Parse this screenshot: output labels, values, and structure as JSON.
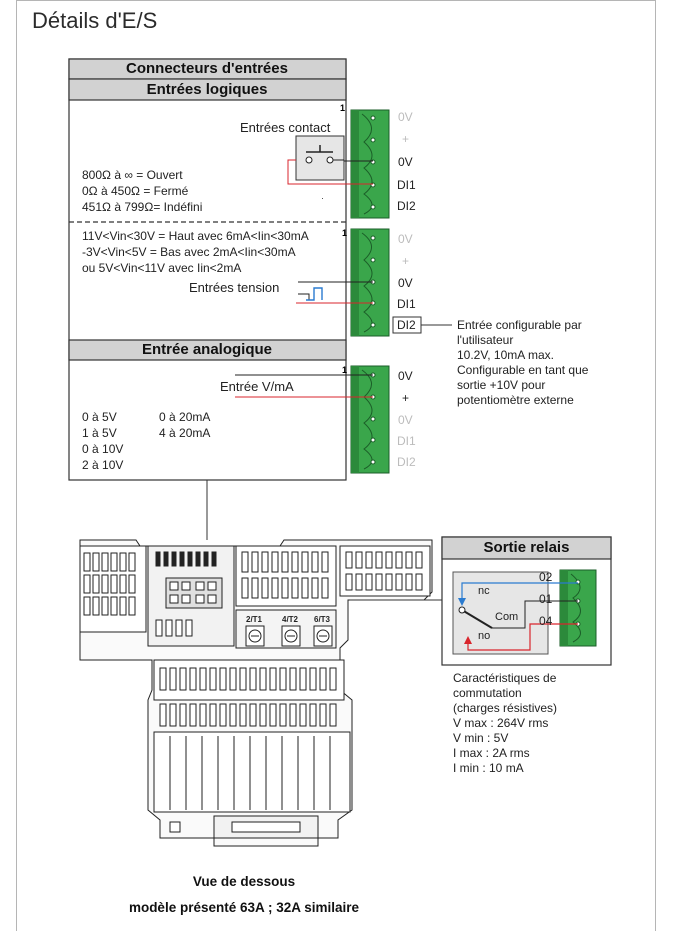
{
  "page_title": "Détails d'E/S",
  "input_connectors": {
    "title": "Connecteurs d'entrées",
    "logic_inputs": {
      "title": "Entrées logiques",
      "contact": {
        "label": "Entrées contact",
        "pin_number": "1",
        "lines": [
          "800Ω à ∞ = Ouvert",
          "0Ω à 450Ω = Fermé",
          "451Ω à 799Ω= Indéfini"
        ],
        "pins": [
          "0V",
          "+",
          "0V",
          "DI1",
          "DI2"
        ]
      },
      "voltage": {
        "label": "Entrées tension",
        "pin_number": "1",
        "lines": [
          "11V<Vin<30V = Haut avec 6mA<Iin<30mA",
          "-3V<Vin<5V = Bas avec 2mA<Iin<30mA",
          "ou 5V<Vin<11V avec Iin<2mA"
        ],
        "pins": [
          "0V",
          "+",
          "0V",
          "DI1",
          "DI2"
        ]
      }
    },
    "analog_input": {
      "title": "Entrée analogique",
      "label": "Entrée V/mA",
      "pin_number": "1",
      "pins": [
        "0V",
        "+",
        "0V",
        "DI1",
        "DI2"
      ],
      "ranges_voltage": [
        "0 à 5V",
        "1 à 5V",
        "0 à 10V",
        "2 à 10V"
      ],
      "ranges_current": [
        "0 à 20mA",
        "4 à 20mA"
      ]
    }
  },
  "di2_note": [
    "Entrée configurable par",
    "l'utilisateur",
    "10.2V, 10mA max.",
    "Configurable en tant que",
    "sortie +10V pour",
    "potentiomètre externe"
  ],
  "relay": {
    "title": "Sortie relais",
    "terminals": [
      "02",
      "01",
      "04"
    ],
    "nc": "nc",
    "com": "Com",
    "no": "no",
    "specs": [
      "Caractéristiques de",
      "commutation",
      "(charges résistives)",
      "V max : 264V rms",
      "V min : 5V",
      "I max : 2A rms",
      "I min : 10 mA"
    ]
  },
  "unit_labels": [
    "2/T1",
    "4/T2",
    "6/T3"
  ],
  "caption": {
    "line1": "Vue de dessous",
    "line2": "modèle présenté 63A ; 32A similaire"
  },
  "colors": {
    "connector_green": "#3aa64b",
    "header_gray": "#d2d2d2",
    "red_wire": "#d9252c",
    "blue_wire": "#2a7bd0"
  }
}
